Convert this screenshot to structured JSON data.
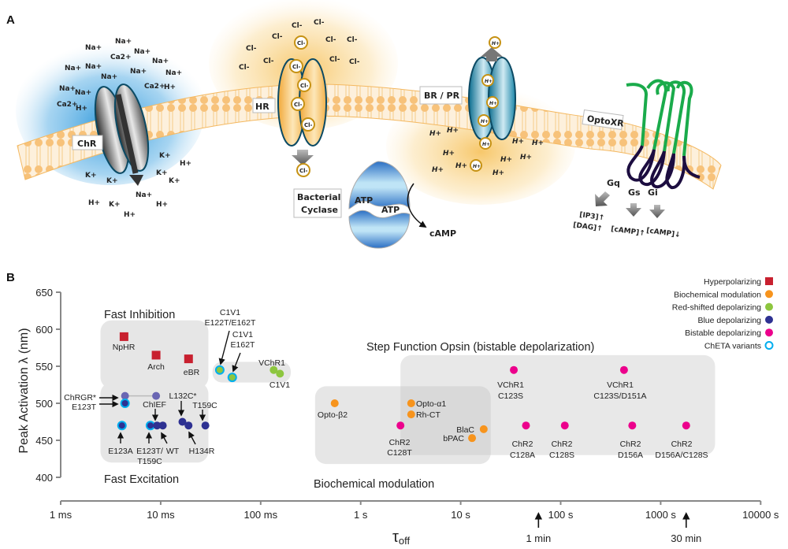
{
  "panel_a": {
    "label": "A",
    "labels": {
      "chr": "ChR",
      "hr": "HR",
      "br_pr": "BR / PR",
      "optoxr": "OptoXR",
      "bacterial_cyclase_1": "Bacterial",
      "bacterial_cyclase_2": "Cyclase",
      "atp_1": "ATP",
      "atp_2": "ATP",
      "camp": "cAMP",
      "gq": "Gq",
      "gs": "Gs",
      "gi": "Gi",
      "ip3": "[IP3]↑",
      "dag": "[DAG]↑",
      "camp_up": "[cAMP]↑",
      "camp_down": "[cAMP]↓"
    },
    "ions": {
      "na": "Na+",
      "ca": "Ca2+",
      "h": "H+",
      "k": "K+",
      "cl": "Cl-"
    }
  },
  "panel_b": {
    "label": "B"
  },
  "chart_data": {
    "type": "scatter",
    "title": "",
    "xlabel": "τoff",
    "ylabel": "Peak Activation λ (nm)",
    "xscale": "log",
    "xlim_seconds": [
      0.001,
      10000
    ],
    "ylim": [
      400,
      650
    ],
    "x_ticks": [
      {
        "value": 0.001,
        "label": "1 ms"
      },
      {
        "value": 0.01,
        "label": "10 ms"
      },
      {
        "value": 0.1,
        "label": "100 ms"
      },
      {
        "value": 1,
        "label": "1 s"
      },
      {
        "value": 10,
        "label": "10 s"
      },
      {
        "value": 100,
        "label": "100 s"
      },
      {
        "value": 1000,
        "label": "1000 s"
      },
      {
        "value": 10000,
        "label": "10000 s"
      }
    ],
    "y_ticks": [
      400,
      450,
      500,
      550,
      600,
      650
    ],
    "x_annotations": [
      {
        "value": 60,
        "label": "1 min"
      },
      {
        "value": 1800,
        "label": "30 min"
      }
    ],
    "legend": {
      "placement": "top-right",
      "entries": [
        {
          "name": "Hyperpolarizing",
          "color": "#c8202f",
          "marker": "square"
        },
        {
          "name": "Biochemical modulation",
          "color": "#f7941d",
          "marker": "circle"
        },
        {
          "name": "Red-shifted depolarizing",
          "color": "#8dc63f",
          "marker": "circle"
        },
        {
          "name": "Blue depolarizing",
          "color": "#2e3192",
          "marker": "circle"
        },
        {
          "name": "Bistable depolarizing",
          "color": "#ec008c",
          "marker": "circle"
        },
        {
          "name": "ChETA variants",
          "color": "#00aeef",
          "marker": "ring"
        }
      ]
    },
    "regions": [
      {
        "name": "Fast Inhibition",
        "x_range": [
          0.0025,
          0.03
        ],
        "y_range": [
          520,
          612
        ]
      },
      {
        "name": "Fast Excitation",
        "x_range": [
          0.0025,
          0.03
        ],
        "y_range": [
          420,
          528
        ]
      },
      {
        "name": "Step Function Opsin (bistable depolarization)",
        "x_range": [
          2.5,
          3500
        ],
        "y_range": [
          430,
          565
        ]
      },
      {
        "name": "Biochemical modulation",
        "x_range": [
          0.35,
          20
        ],
        "y_range": [
          418,
          523
        ]
      }
    ],
    "series": [
      {
        "name": "Hyperpolarizing",
        "points": [
          {
            "label": "NpHR",
            "tau_s": 0.0043,
            "lambda": 590
          },
          {
            "label": "Arch",
            "tau_s": 0.009,
            "lambda": 565
          },
          {
            "label": "eBR",
            "tau_s": 0.019,
            "lambda": 560
          }
        ]
      },
      {
        "name": "Red-shifted depolarizing",
        "points": [
          {
            "label": "C1V1 E122T/E162T",
            "tau_s": 0.039,
            "lambda": 545,
            "cheta": true
          },
          {
            "label": "C1V1 E162T",
            "tau_s": 0.052,
            "lambda": 535,
            "cheta": true
          },
          {
            "label": "VChR1",
            "tau_s": 0.135,
            "lambda": 545
          },
          {
            "label": "C1V1",
            "tau_s": 0.156,
            "lambda": 540
          }
        ]
      },
      {
        "name": "Blue depolarizing",
        "points": [
          {
            "label": "ChRGR*",
            "tau_s": 0.0044,
            "lambda": 510,
            "faded": true
          },
          {
            "label": "E123T",
            "tau_s": 0.0044,
            "lambda": 500,
            "cheta": true
          },
          {
            "label": "ChRGR* (pair)",
            "tau_s": 0.009,
            "lambda": 510,
            "faded": true
          },
          {
            "label": "E123A",
            "tau_s": 0.0041,
            "lambda": 470,
            "cheta": true
          },
          {
            "label": "E123T/T159C",
            "tau_s": 0.0079,
            "lambda": 470,
            "cheta": true
          },
          {
            "label": "ChIEF",
            "tau_s": 0.0092,
            "lambda": 470
          },
          {
            "label": "WT",
            "tau_s": 0.0105,
            "lambda": 470
          },
          {
            "label": "L132C*",
            "tau_s": 0.0165,
            "lambda": 475
          },
          {
            "label": "H134R",
            "tau_s": 0.019,
            "lambda": 470
          },
          {
            "label": "T159C",
            "tau_s": 0.028,
            "lambda": 470
          }
        ]
      },
      {
        "name": "Biochemical modulation",
        "points": [
          {
            "label": "Opto-β2",
            "tau_s": 0.55,
            "lambda": 500
          },
          {
            "label": "Opto-α1",
            "tau_s": 3.2,
            "lambda": 500
          },
          {
            "label": "Rh-CT",
            "tau_s": 3.2,
            "lambda": 485
          },
          {
            "label": "BlaC",
            "tau_s": 17,
            "lambda": 465
          },
          {
            "label": "bPAC",
            "tau_s": 13,
            "lambda": 453
          }
        ]
      },
      {
        "name": "Bistable depolarizing",
        "points": [
          {
            "label": "ChR2 C128T",
            "tau_s": 2.5,
            "lambda": 470
          },
          {
            "label": "VChR1 C123S",
            "tau_s": 34,
            "lambda": 545
          },
          {
            "label": "VChR1 C123S/D151A",
            "tau_s": 430,
            "lambda": 545
          },
          {
            "label": "ChR2 C128A",
            "tau_s": 45,
            "lambda": 470
          },
          {
            "label": "ChR2 C128S",
            "tau_s": 110,
            "lambda": 470
          },
          {
            "label": "ChR2 D156A",
            "tau_s": 520,
            "lambda": 470
          },
          {
            "label": "ChR2 D156A/C128S",
            "tau_s": 1800,
            "lambda": 470
          }
        ]
      }
    ],
    "point_labels": [
      {
        "text": "NpHR"
      },
      {
        "text": "Arch"
      },
      {
        "text": "eBR"
      },
      {
        "text": "C1V1"
      },
      {
        "text": "E122T/E162T"
      },
      {
        "text": "C1V1"
      },
      {
        "text": "E162T"
      },
      {
        "text": "VChR1"
      },
      {
        "text": "C1V1"
      },
      {
        "text": "ChRGR*"
      },
      {
        "text": "E123T"
      },
      {
        "text": "ChIEF"
      },
      {
        "text": "L132C*"
      },
      {
        "text": "T159C"
      },
      {
        "text": "E123A"
      },
      {
        "text": "E123T/"
      },
      {
        "text": "T159C"
      },
      {
        "text": "WT"
      },
      {
        "text": "H134R"
      },
      {
        "text": "Opto-β2"
      },
      {
        "text": "Opto-α1"
      },
      {
        "text": "Rh-CT"
      },
      {
        "text": "ChR2"
      },
      {
        "text": "C128T"
      },
      {
        "text": "BlaC"
      },
      {
        "text": "bPAC"
      },
      {
        "text": "VChR1"
      },
      {
        "text": "C123S"
      },
      {
        "text": "VChR1"
      },
      {
        "text": "C123S/D151A"
      },
      {
        "text": "ChR2"
      },
      {
        "text": "C128A"
      },
      {
        "text": "ChR2"
      },
      {
        "text": "C128S"
      },
      {
        "text": "ChR2"
      },
      {
        "text": "D156A"
      },
      {
        "text": "ChR2"
      },
      {
        "text": "D156A/C128S"
      }
    ]
  }
}
